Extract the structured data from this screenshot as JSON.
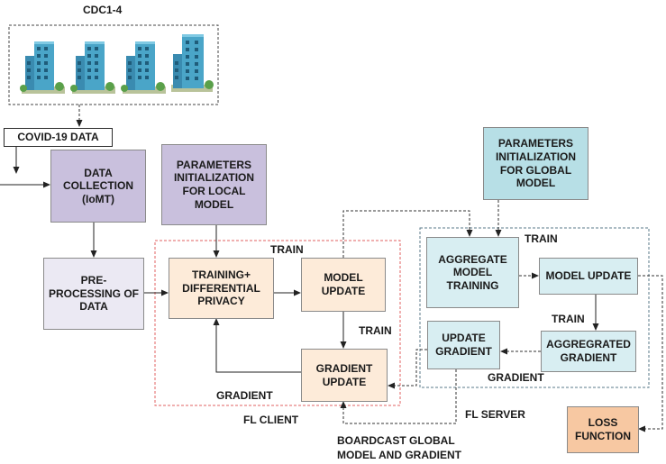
{
  "labels": {
    "cdc": "CDC1-4",
    "covid_data": "COVID-19 DATA",
    "fl_client": "FL CLIENT",
    "fl_server": "FL SERVER",
    "broadcast_line1": "BOARDCAST GLOBAL",
    "broadcast_line2": "MODEL AND GRADIENT",
    "train_client": "TRAIN",
    "train_mid": "TRAIN",
    "train_server_top": "TRAIN",
    "train_server_mid": "TRAIN",
    "gradient_client": "GRADIENT",
    "gradient_server": "GRADIENT"
  },
  "nodes": {
    "data_collection": [
      "DATA",
      "COLLECTION",
      "(IoMT)"
    ],
    "params_local": [
      "PARAMETERS",
      "INITIALIZATION",
      "FOR LOCAL",
      "MODEL"
    ],
    "preprocessing": [
      "PRE-",
      "PROCESSING OF",
      "DATA"
    ],
    "training_dp": [
      "TRAINING+",
      "DIFFERENTIAL",
      "PRIVACY"
    ],
    "model_update_client": [
      "MODEL",
      "UPDATE"
    ],
    "gradient_update": [
      "GRADIENT",
      "UPDATE"
    ],
    "params_global": [
      "PARAMETERS",
      "INITIALIZATION",
      "FOR GLOBAL",
      "MODEL"
    ],
    "aggregate_training": [
      "AGGREGATE",
      "MODEL",
      "TRAINING"
    ],
    "model_update_server": [
      "MODEL UPDATE"
    ],
    "aggregated_gradient": [
      "AGGREGRATED",
      "GRADIENT"
    ],
    "update_gradient": [
      "UPDATE",
      "GRADIENT"
    ],
    "loss_function": [
      "LOSS",
      "FUNCTION"
    ]
  },
  "colors": {
    "purple": "#c9c0dd",
    "lavender": "#ebe9f3",
    "peach": "#fdebd9",
    "cyan": "#b7dfe6",
    "light_cyan": "#d8eef2",
    "orange": "#f7c8a2",
    "client_border": "#e06060",
    "server_border": "#5a7a8a"
  },
  "icons": [
    "building-icon",
    "building-icon",
    "building-icon",
    "building-icon"
  ]
}
